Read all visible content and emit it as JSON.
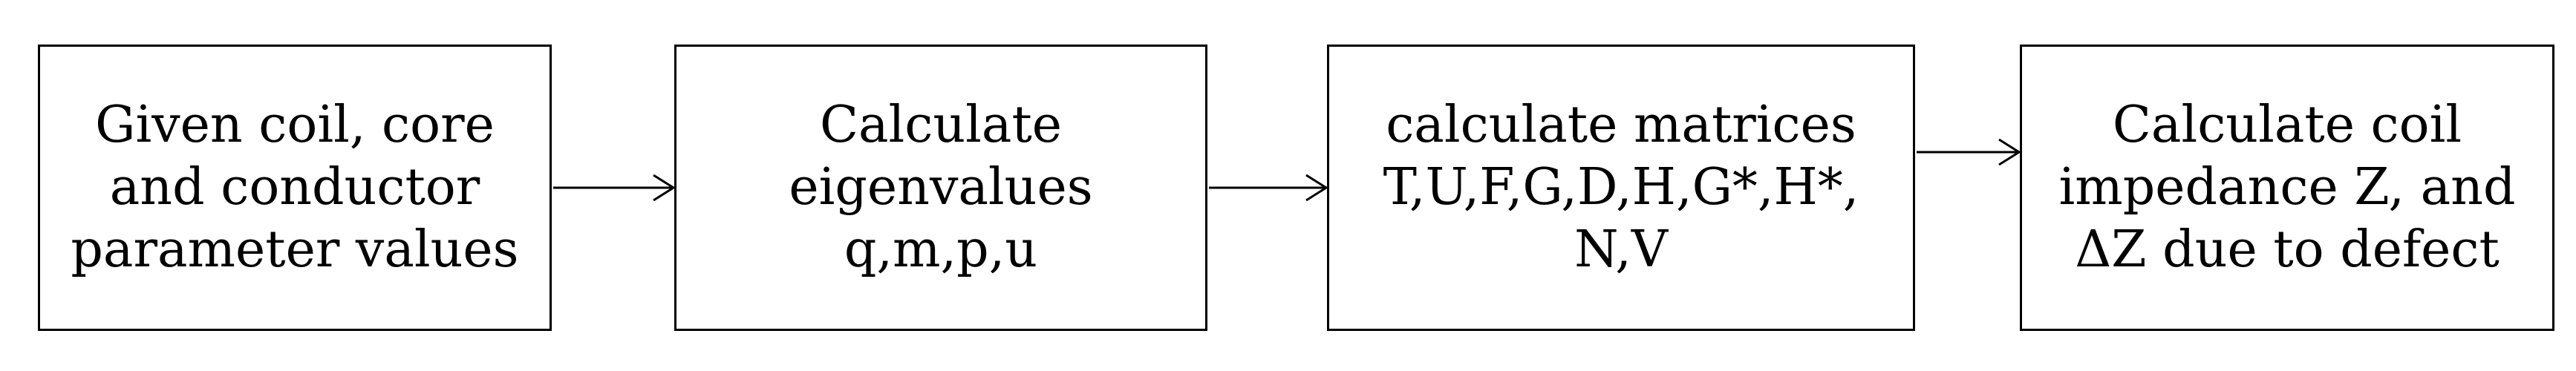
{
  "boxes": [
    {
      "lines": [
        "Given coil, core",
        "and conductor",
        "parameter values"
      ]
    },
    {
      "lines": [
        "Calculate",
        "eigenvalues",
        "q,m,p,u"
      ]
    },
    {
      "lines": [
        "calculate matrices",
        "T,U,F,G,D,H,G*,H*,",
        "N,V"
      ]
    },
    {
      "lines": [
        "Calculate coil",
        "impedance Z, and",
        "ΔZ due to defect"
      ]
    }
  ]
}
